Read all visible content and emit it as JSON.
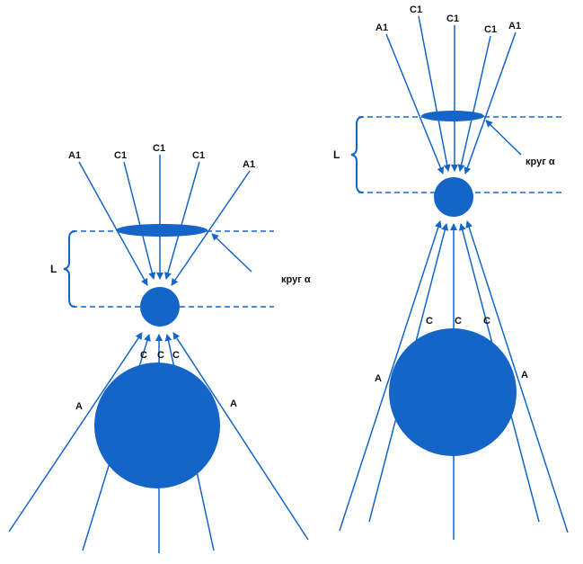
{
  "colors": {
    "accent": "#1565c8",
    "text": "#111111"
  },
  "labels": {
    "A1": "A1",
    "C1": "C1",
    "C": "C",
    "A": "A",
    "L": "L",
    "circle_alpha": "круг α"
  }
}
